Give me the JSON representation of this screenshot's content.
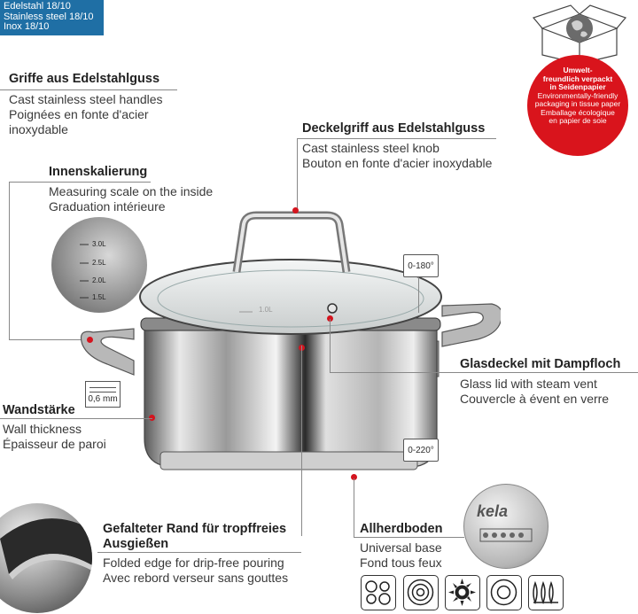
{
  "badge": {
    "line1": "Edelstahl 18/10",
    "line2": "Stainless steel 18/10",
    "line3": "Inox 18/10"
  },
  "eco": {
    "line1": "Umwelt-",
    "line2": "freundlich verpackt",
    "line3": "in Seidenpapier",
    "line4": "Environmentally-friendly",
    "line5": "packaging in tissue paper",
    "line6": "Emballage écologique",
    "line7": "en papier de soie"
  },
  "handles": {
    "title": "Griffe aus Edelstahlguss",
    "en": "Cast stainless steel handles",
    "fr1": "Poignées en fonte d'acier",
    "fr2": "inoxydable"
  },
  "knob": {
    "title": "Deckelgriff aus Edelstahlguss",
    "en": "Cast stainless steel knob",
    "fr": "Bouton en fonte d'acier inoxydable"
  },
  "scale": {
    "title": "Innenskalierung",
    "en": "Measuring scale on the inside",
    "fr": "Graduation intérieure",
    "marks": [
      "3.0L",
      "2.5L",
      "2.0L",
      "1.5L"
    ],
    "lid_mark": "1.0L"
  },
  "lid_temp": "0-180°",
  "glass": {
    "title": "Glasdeckel mit Dampfloch",
    "en": "Glass lid with steam vent",
    "fr": "Couvercle à évent en verre"
  },
  "wall": {
    "title": "Wandstärke",
    "en": "Wall thickness",
    "fr": "Épaisseur de paroi",
    "value": "0,6 mm"
  },
  "base_temp": "0-220°",
  "rim": {
    "title1": "Gefalteter Rand für tropffreies",
    "title2": "Ausgießen",
    "en": "Folded edge for drip-free pouring",
    "fr": "Avec rebord verseur sans gouttes"
  },
  "base": {
    "title": "Allherdboden",
    "en": "Universal base",
    "fr": "Fond tous feux",
    "brand": "kela"
  },
  "colors": {
    "badge": "#1f6fa5",
    "accent_red": "#d4141e"
  }
}
